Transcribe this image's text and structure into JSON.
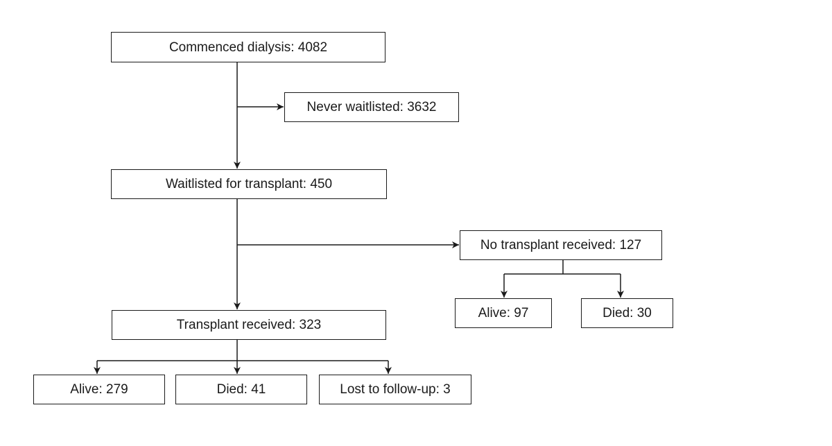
{
  "diagram": {
    "type": "flowchart",
    "description": "Patient flow diagram from dialysis commencement to transplant outcomes",
    "colors": {
      "background": "#ffffff",
      "box_fill": "#ffffff",
      "box_border": "#1a1a1a",
      "line": "#1a1a1a",
      "text": "#1a1a1a"
    },
    "nodes": {
      "commenced_dialysis": {
        "label": "Commenced dialysis: 4082",
        "count": 4082
      },
      "never_waitlisted": {
        "label": "Never waitlisted: 3632",
        "count": 3632
      },
      "waitlisted": {
        "label": "Waitlisted for transplant: 450",
        "count": 450
      },
      "no_transplant": {
        "label": "No transplant received: 127",
        "count": 127
      },
      "transplant_received": {
        "label": "Transplant received: 323",
        "count": 323
      },
      "no_tx_alive": {
        "label": "Alive: 97",
        "count": 97
      },
      "no_tx_died": {
        "label": "Died: 30",
        "count": 30
      },
      "tx_alive": {
        "label": "Alive: 279",
        "count": 279
      },
      "tx_died": {
        "label": "Died: 41",
        "count": 41
      },
      "tx_lost": {
        "label": "Lost to follow-up: 3",
        "count": 3
      }
    },
    "edges": [
      {
        "from": "commenced_dialysis",
        "to": "never_waitlisted"
      },
      {
        "from": "commenced_dialysis",
        "to": "waitlisted"
      },
      {
        "from": "waitlisted",
        "to": "no_transplant"
      },
      {
        "from": "waitlisted",
        "to": "transplant_received"
      },
      {
        "from": "no_transplant",
        "to": "no_tx_alive"
      },
      {
        "from": "no_transplant",
        "to": "no_tx_died"
      },
      {
        "from": "transplant_received",
        "to": "tx_alive"
      },
      {
        "from": "transplant_received",
        "to": "tx_died"
      },
      {
        "from": "transplant_received",
        "to": "tx_lost"
      }
    ]
  }
}
